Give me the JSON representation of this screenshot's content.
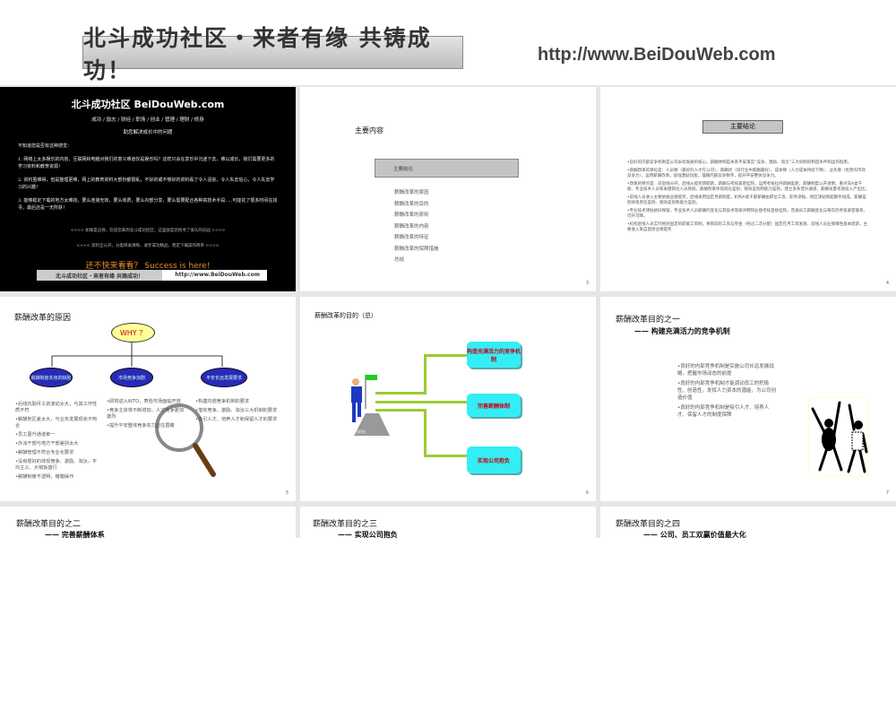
{
  "header": {
    "banner": "北斗成功社区・来者有缘 共铸成功！",
    "url": "http://www.BeiDouWeb.com"
  },
  "slide1": {
    "title": "北斗成功社区  BeiDouWeb.com",
    "tags": "成功 / 励志 / 财经 / 职场 / 创业 / 管理 / 理财 / 修身",
    "subtitle": "助您解决成长中的问题",
    "intro": "不知道您是否有这种感觉：",
    "p1": "1. 网络上太多娱乐的内容，互联网和电脑对我们的意义难道仅是娱乐吗？这样只会在享乐中沉迷下去，难以成长，我们需要更多的学习资料和教育资源！",
    "p2": "2. 资料虽难得，但是整理更难，网上的教育资料大部份都很乱，不好的或不够好的资料看了令人沮丧，令人失去信心，令人失去学习的兴趣！",
    "p3": "3. 能够稳定下载的地方太难找，要么连接无效，要么收费，要么内部分享，要么需要配合各种高技术手段.....可能花了很多时间在找寻，最后还是一无所获！",
    "l1": "<<<< 如果是这样，欢迎您来到北斗成功社区，这里就是您找寻了很久的乐园 >>>>",
    "l2": "<<<< 资料全公开，分类目录清晰，收罗成功精品，稳定下载操作简单 >>>>",
    "cta": "还不快来看看？ Success is here!",
    "footer_banner": "北斗成功社区・来者有缘 共铸成功！",
    "footer_url": "http://www.BeiDouWeb.com"
  },
  "slide2": {
    "title": "主要内容",
    "highlight": "主要结论",
    "items": [
      "薪酬改革的原因",
      "薪酬改革的目的",
      "薪酬改革的原则",
      "薪酬改革的内容",
      "薪酬改革的特征",
      "薪酬改革的保障措施",
      "总结"
    ],
    "num": "3"
  },
  "slide3": {
    "title": "主要结论",
    "bullets": [
      "•良好的内部竞争机制是公司永续发展的核心。薪酬体制是关系平安落实“竞争、激励、淘汰”三大机制的制度条件和运作指南。",
      "•薪酬改革的目标是：人员精（最好的人才在公司）、薪酬优（同行业中薪酬最好）、成本降（人力成本持续下降）、业务增（优势的市场竞争力）。运用薪酬改革，加强激励功能，理顺内部竞争秩序，提升平安整体竞争力。",
      "•改革的特点是：前后线分开，后线从提奖转职薪，薪酬与考核紧密挂钩，运用考核拉开薪酬差距，薪酬制度公开透明，重点向A类干部、专业技术人员和关键岗位人员倾斜。薪酬改革体现岗位差别、绩效差别和能力差别，建立多条晋升通道，薪酬总量考虑投入产出比。",
      "•前线人员收入主要依据业绩提奖，后线采用固定月薪制度，机构A类干部薪酬由职位工资、职务津贴、地区津贴和超额奖组成，薪酬差别体现责任差别、绩效差别和能力差别。",
      "•专业技术津贴依旧保留，专业技术人员薪酬的变化与其技术等级评聘和业绩考核直接挂钩，普通员工薪酬变化与每年的考核紧密联系，可升可降。",
      "•机构后线人员实行相对固定的职能工资制，将目前的工资与奖金（经过二次分配）固定在月工资发放，前线人员业保障性基本底薪，主要收入来自直接业绩提奖"
    ],
    "num": "4"
  },
  "slide4": {
    "title": "薪酬改革的原因",
    "why": "WHY ？",
    "nodes": [
      "薪酬制度本身的缺陷",
      "市场竞争加剧",
      "平安长远发展要求"
    ],
    "col1": [
      "•后线内勤月工资波动太大，与其工作性质不符",
      "•薪酬地区差太大，与业务发展现状不吻合",
      "•员工晋升通道单一",
      "•外派干部与地方干部差别太大",
      "•薪酬管理不符合专业化要求",
      "•没有很好的体现竞争、激励、淘汰，平均主义、大锅饭盛行",
      "•薪酬制度不透明，暗箱操作"
    ],
    "col2": [
      "•即将进入WTO，寿险市场面临开放",
      "•竞争主体将不断增加，人才竞争更加激烈",
      "•提升平安整体竞争实力迫在眉睫"
    ],
    "col3": [
      "•构建内部竞争机制的要求",
      "•落实竞争、激励、淘汰三大机制的要求",
      "•吸引人才、培养人才和保留人才的要求"
    ],
    "num": "5"
  },
  "slide5": {
    "title": "薪酬改革的目的（总）",
    "boxes": [
      "构造充满活力的竞争机制",
      "完善薪酬体制",
      "实现公司抱负"
    ],
    "rock": "目的地",
    "num": "6"
  },
  "slide6": {
    "title": "薪酬改革目的之一",
    "subtitle": "—— 构建充满活力的竞争机制",
    "bullets": [
      "•良好的内部竞争机制是实施公司长远发展战略，把握市场动态的前提",
      "•良好的内部竞争机制才能调动员工的积极性、创造性，发挥人力资本的潜能，为公司创造价值",
      "•良好的内部竞争机制是吸引人才、培养人才、保留人才的制度保障"
    ],
    "num": "7"
  },
  "slide7": {
    "title": "薪酬改革目的之二",
    "subtitle": "—— 完善薪酬体系"
  },
  "slide8": {
    "title": "薪酬改革目的之三",
    "subtitle": "—— 实现公司抱负"
  },
  "slide9": {
    "title": "薪酬改革目的之四",
    "subtitle": "—— 公司、员工双赢价值最大化"
  }
}
